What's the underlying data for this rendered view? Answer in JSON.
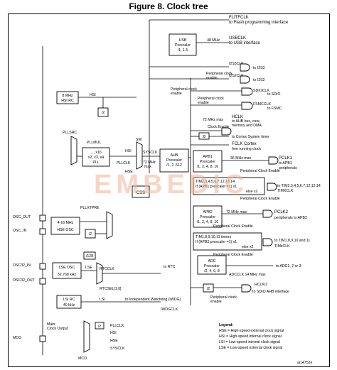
{
  "figure_title": "Figure 8. Clock tree",
  "watermark": "EMBEDIC",
  "ref": "ai14752e",
  "blocks": {
    "usb_prescaler": "USB Prescaler /1, 1.5",
    "usb_freq": "48 MHz",
    "hsi_rc": "8 MHz HSI RC",
    "hsi": "HSI",
    "div2": "/2",
    "pllsrc": "PLLSRC",
    "pllmul": "PLLMUL",
    "pll": "..., x16 x2, x3, x4 PLL",
    "sw": "SW",
    "sysclk": "SYSCLK",
    "sys_max": "72 MHz max",
    "pllclk": "PLLCLK",
    "hse": "HSE",
    "ahb": "AHB Prescaler /1, 2..512",
    "css": "CSS",
    "pllxtpre": "PLLXTPRE",
    "hse_osc": "4-16 MHz HSE OSC",
    "div128": "/128",
    "lse_osc": "LSE OSC 32.768 kHz",
    "lse": "LSE",
    "rtcclk": "RTCCLK",
    "rtcsel": "RTCSEL[1:0]",
    "lsi_rc": "LSI RC 40 kHz",
    "lsi": "LSI",
    "apb1": "APB1 Prescaler /1, 2, 4, 8, 16",
    "apb1_max": "36 MHz max",
    "apb2": "APB2 Prescaler /1, 2, 4, 8, 16",
    "apb2_max": "72 MHz max",
    "adc": "ADC Prescaler /2, 4, 6, 8",
    "adc_max": "ADCCLK 14 MHz max",
    "ahb_max": "72 MHz max",
    "div8": "/8",
    "div2b": "/2"
  },
  "pins": {
    "osc_out": "OSC_OUT",
    "osc_in": "OSC_IN",
    "osc32_in": "OSC32_IN",
    "osc32_out": "OSC32_OUT",
    "mco": "MCO"
  },
  "outputs": [
    "FLITFCLK to Flash programming interface",
    "USBCLK to USB interface",
    "I2S3CLK",
    "to I2S3",
    "I2S2CLK",
    "to I2S2",
    "SDIOCLK",
    "to SDIO",
    "FSMCCLK",
    "to FSMC",
    "HCLK to AHB bus, core, memory and DMA",
    "to Cortex System timer",
    "FCLK Cortex free running clock",
    "PCLK1 to APB1 peripherals",
    "TIM2,3,4,5,6,7,12,13,14 If (APB1 prescaler =1) x1 else x2",
    "to TIM2,3,4,5,6,7,12,13,14",
    "TIMXCLK",
    "PCLK2 peripherals to APB2",
    "TIM1,8,9,10,11 timers If (APB2 prescaler =1) x1 else x2",
    "to TIM1,8,9,10 and 11",
    "TIMxCLK",
    "to ADC1, 2 or 3",
    "HCLK/2 To SDIO AHB interface",
    "to RTC",
    "to Independent Watchdog (IWDG)",
    "IWDGCLK"
  ],
  "enable_labels": {
    "peripheral_clock_enable": "Peripheral clock enable",
    "clock_enable": "Clock Enable",
    "peripheral_clock_enable_cap": "Peripheral Clock Enable"
  },
  "mco": {
    "label": "Main Clock Output",
    "div2": "/2",
    "options": [
      "PLLCLK",
      "HSI",
      "HSE",
      "SYSCLK"
    ]
  },
  "legend": {
    "title": "Legend:",
    "items": [
      "HSE = High-speed external clock signal",
      "HSI = High-speed internal clock signal",
      "LSI = Low-speed internal clock signal",
      "LSE = Low-speed external clock signal"
    ]
  },
  "colors": {
    "watermark": "#f0b49a",
    "lines": "#000000"
  }
}
